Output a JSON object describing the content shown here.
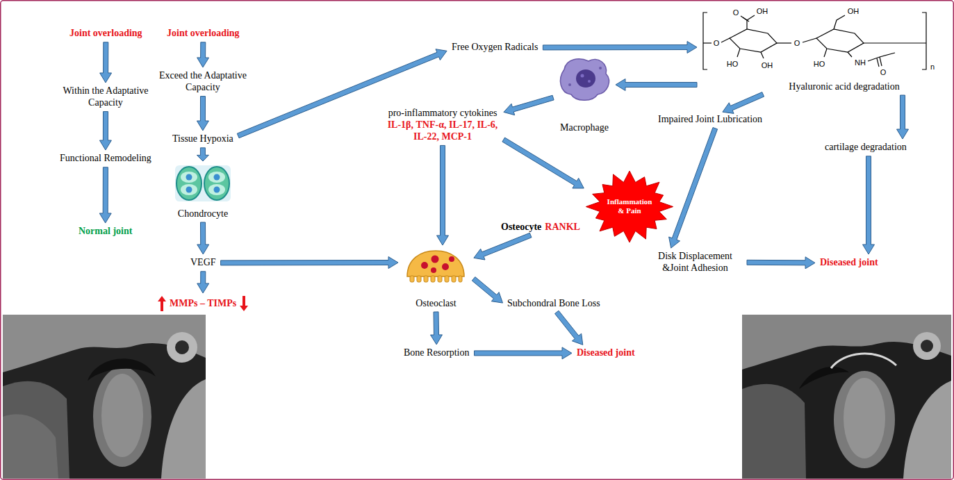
{
  "diagram": {
    "nodes": [
      {
        "text": [
          "Joint overloading"
        ]
      },
      {
        "text": [
          "Joint overloading"
        ]
      },
      {
        "text": [
          "Free Oxygen Radicals"
        ]
      },
      {
        "text": [
          "Hyaluronic acid degradation"
        ]
      },
      {
        "text": [
          "Exceed the Adaptative Capacity"
        ]
      },
      {
        "text": [
          "Within the Adaptative Capacity"
        ]
      },
      {
        "text": [
          "Macrophage"
        ]
      },
      {
        "text": [
          "pro-inflammatory cytokines",
          "IL-1β, TNF-α, IL-17, IL-6, IL-22, MCP-1"
        ]
      },
      {
        "text": [
          "Impaired Joint Lubrication"
        ]
      },
      {
        "text": [
          "Tissue Hypoxia"
        ]
      },
      {
        "text": [
          "cartilage degradation"
        ]
      },
      {
        "text": [
          "Functional Remodeling"
        ]
      },
      {
        "text": [
          "Chondrocyte"
        ]
      },
      {
        "text": [
          "Inflammation & Pain"
        ]
      },
      {
        "text": [
          "Osteocyte",
          "RANKL"
        ]
      },
      {
        "text": [
          "Normal joint"
        ]
      },
      {
        "text": [
          "VEGF"
        ]
      },
      {
        "text": [
          "Disk Displacement &Joint Adhesion"
        ]
      },
      {
        "text": [
          "Diseased joint"
        ]
      },
      {
        "text": [
          "Osteoclast"
        ]
      },
      {
        "text": [
          "Subchondral Bone Loss"
        ]
      },
      {
        "text": [
          "MMPs – TIMPs"
        ]
      },
      {
        "text": [
          "Bone Resorption"
        ]
      },
      {
        "text": [
          "Diseased joint"
        ]
      }
    ],
    "edges": [
      {
        "from": 0,
        "to": 5,
        "arrow": "to"
      },
      {
        "from": 5,
        "to": 11,
        "arrow": "to"
      },
      {
        "from": 11,
        "to": 15,
        "arrow": "to"
      },
      {
        "from": 1,
        "to": 4,
        "arrow": "to"
      },
      {
        "from": 4,
        "to": 9,
        "arrow": "to"
      },
      {
        "from": 9,
        "to": 12,
        "arrow": "to"
      },
      {
        "from": 12,
        "to": 16,
        "arrow": "to"
      },
      {
        "from": 16,
        "to": 21,
        "arrow": "to"
      },
      {
        "from": 16,
        "to": 19,
        "arrow": "to"
      },
      {
        "from": 9,
        "to": 2,
        "arrow": "to"
      },
      {
        "from": 2,
        "to": 3,
        "arrow": "to"
      },
      {
        "from": 3,
        "to": 6,
        "arrow": "to"
      },
      {
        "from": 6,
        "to": 7,
        "arrow": "to"
      },
      {
        "from": 7,
        "to": 13,
        "arrow": "to"
      },
      {
        "from": 7,
        "to": 19,
        "arrow": "to"
      },
      {
        "from": 3,
        "to": 8,
        "arrow": "to"
      },
      {
        "from": 3,
        "to": 10,
        "arrow": "to"
      },
      {
        "from": 8,
        "to": 17,
        "arrow": "to"
      },
      {
        "from": 17,
        "to": 18,
        "arrow": "to"
      },
      {
        "from": 10,
        "to": 18,
        "arrow": "to"
      },
      {
        "from": 14,
        "to": 19,
        "arrow": "to"
      },
      {
        "from": 19,
        "to": 20,
        "arrow": "to"
      },
      {
        "from": 19,
        "to": 22,
        "arrow": "to"
      },
      {
        "from": 22,
        "to": 23,
        "arrow": "to"
      },
      {
        "from": 20,
        "to": 23,
        "arrow": "to"
      }
    ],
    "labels": [
      "O",
      "OH",
      "OH",
      "O",
      "O",
      "HO",
      "OH",
      "HO",
      "NH",
      "O",
      "n"
    ]
  }
}
